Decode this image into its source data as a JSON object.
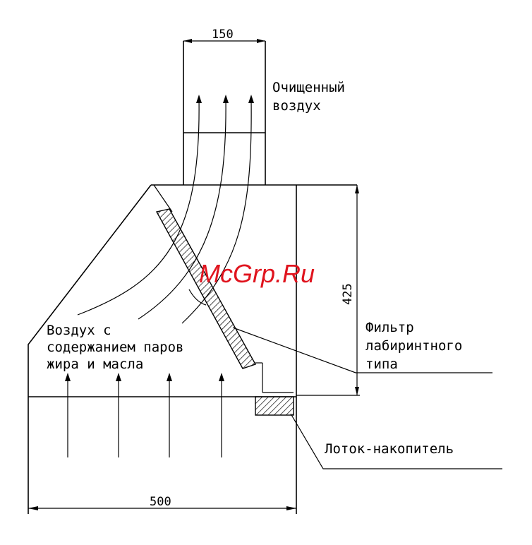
{
  "dimensions": {
    "top_width": "150",
    "height": "425",
    "bottom_width": "500"
  },
  "labels": {
    "clean_air_line1": "Очищенный",
    "clean_air_line2": "воздух",
    "dirty_air_line1": "Воздух с",
    "dirty_air_line2": "содержанием паров",
    "dirty_air_line3": "жира и масла",
    "filter_line1": "Фильтр",
    "filter_line2": "лабиринтного",
    "filter_line3": "типа",
    "tray": "Лоток-накопитель"
  },
  "watermark": "McGrp.Ru",
  "colors": {
    "lines": "#000000",
    "watermark": "#e0141e",
    "background": "#ffffff"
  }
}
